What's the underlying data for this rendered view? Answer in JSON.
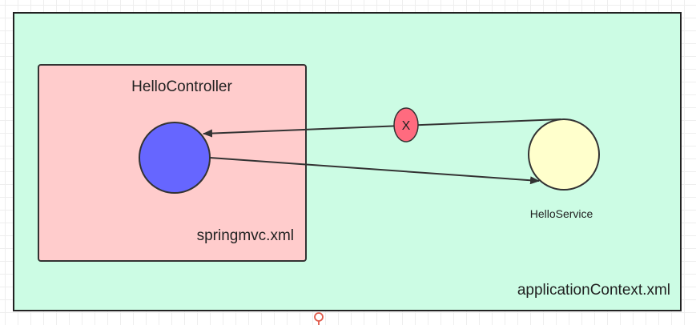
{
  "diagram": {
    "outer_label": "applicationContext.xml",
    "controller_title": "HelloController",
    "controller_file": "springmvc.xml",
    "service_label": "HelloService",
    "blocked_marker": "X"
  },
  "colors": {
    "outer_fill": "#ccfce4",
    "controller_fill": "#ffcccc",
    "controller_node": "#6666ff",
    "service_node": "#ffffcc",
    "blocked_marker": "#ff6b7f",
    "stroke": "#333333"
  }
}
